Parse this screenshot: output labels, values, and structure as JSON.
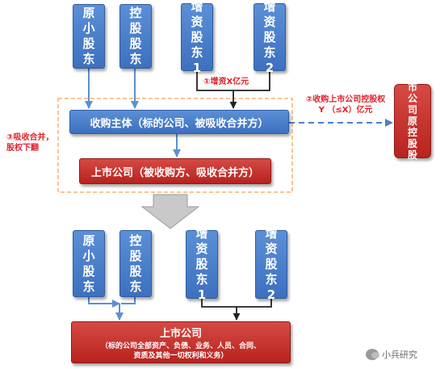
{
  "top": {
    "minority": "原\n小\n股\n东",
    "controlling": "控\n股\n股\n东",
    "investor1": "增\n资\n股\n东\n1",
    "investor2": "增\n资\n股\n东\n2",
    "capital_note": "①增资X亿元",
    "acquirer": "收购主体（标的公司、被吸收合并方）",
    "listed": "上市公司（被收购方、吸收合并方）",
    "merge_note": "③吸收合并，\n股权下翻",
    "acquire_note": "②收购上市公司控股权\nY （≤X）亿元",
    "orig_controller": "上\n市\n公\n司\n原\n控\n股\n股\n东"
  },
  "bottom": {
    "minority": "原\n小\n股\n东",
    "controlling": "控\n股\n股\n东",
    "investor1": "增\n资\n股\n东\n1",
    "investor2": "增\n资\n股\n东\n2",
    "listed_title": "上市公司",
    "listed_desc": "（标的公司全部资产、负债、业务、人员、合同、\n资质及其他一切权利和义务）"
  },
  "watermark": "小兵研究",
  "colors": {
    "blue": "#4a7fcb",
    "red": "#c0302a",
    "note_red": "#e0202a",
    "dashed_orange": "#f2a15a",
    "connector_dark": "#222222",
    "connector_blue": "#5b8fd6"
  }
}
